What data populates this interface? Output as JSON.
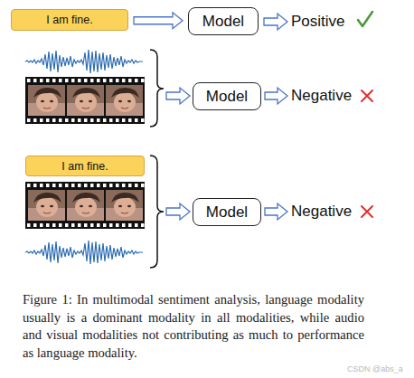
{
  "diagram": {
    "caption": "Figure 1: In multimodal sentiment analysis, language modality usually is a dominant modality in all modalities, while audio and visual modalities not contributing as much to performance as language modality.",
    "nodes": [
      {
        "text": [
          "I am fine."
        ]
      },
      {
        "text": [
          "Model"
        ]
      },
      {
        "text": [
          "Model"
        ]
      },
      {
        "text": [
          "I am fine."
        ]
      },
      {
        "text": [
          "Model"
        ]
      }
    ],
    "edges": [
      {
        "from": 0,
        "to": 1,
        "arrow": "to"
      }
    ],
    "labels": [
      "Positive",
      "Negative",
      "Negative",
      "CSDN @abs_a"
    ]
  }
}
